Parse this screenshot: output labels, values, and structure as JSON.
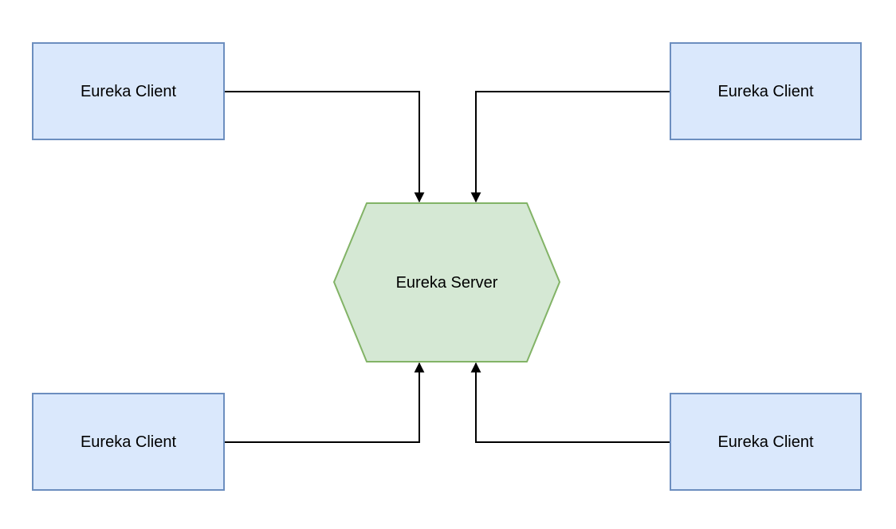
{
  "diagram": {
    "type": "architecture-diagram",
    "nodes": [
      {
        "id": "client-top-left",
        "label": "Eureka Client",
        "shape": "rectangle"
      },
      {
        "id": "client-top-right",
        "label": "Eureka Client",
        "shape": "rectangle"
      },
      {
        "id": "server",
        "label": "Eureka Server",
        "shape": "hexagon"
      },
      {
        "id": "client-bottom-left",
        "label": "Eureka Client",
        "shape": "rectangle"
      },
      {
        "id": "client-bottom-right",
        "label": "Eureka Client",
        "shape": "rectangle"
      }
    ],
    "edges": [
      {
        "from": "client-top-left",
        "to": "server",
        "style": "orthogonal",
        "arrowhead": "filled-triangle"
      },
      {
        "from": "client-top-right",
        "to": "server",
        "style": "orthogonal",
        "arrowhead": "filled-triangle"
      },
      {
        "from": "client-bottom-left",
        "to": "server",
        "style": "orthogonal",
        "arrowhead": "filled-triangle"
      },
      {
        "from": "client-bottom-right",
        "to": "server",
        "style": "orthogonal",
        "arrowhead": "filled-triangle"
      }
    ],
    "colors": {
      "background": "#ffffff",
      "client_fill": "#dae8fc",
      "client_border": "#6c8ebf",
      "server_fill": "#d5e8d4",
      "server_border": "#82b366",
      "edge": "#000000",
      "text": "#000000"
    }
  }
}
